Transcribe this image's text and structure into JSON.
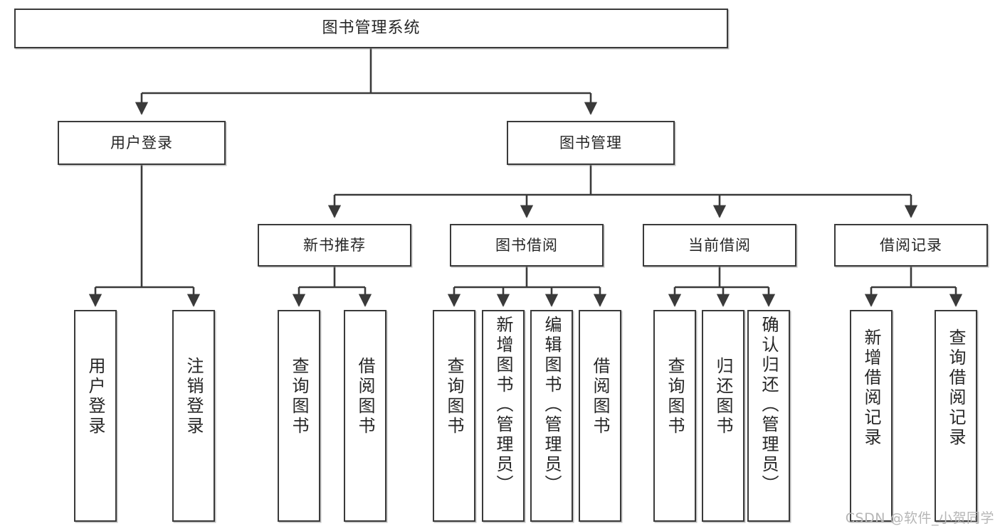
{
  "diagram": {
    "title": "图书管理系统",
    "type": "hierarchy-tree",
    "line_color": "#3a3a3a",
    "box_fill": "#ffffff",
    "text_color": "#262626"
  },
  "nodes": {
    "root": {
      "label": "图书管理系统"
    },
    "level2": [
      {
        "id": "user-login",
        "label": "用户登录"
      },
      {
        "id": "book-manage",
        "label": "图书管理"
      }
    ],
    "level3": [
      {
        "id": "new-book-rec",
        "label": "新书推荐"
      },
      {
        "id": "book-borrow",
        "label": "图书借阅"
      },
      {
        "id": "current-borrow",
        "label": "当前借阅"
      },
      {
        "id": "borrow-record",
        "label": "借阅记录"
      }
    ],
    "leaves": [
      {
        "id": "leaf-user-login",
        "label": "用户登录",
        "parent": "user-login"
      },
      {
        "id": "leaf-user-logout",
        "label": "注销登录",
        "parent": "user-login"
      },
      {
        "id": "leaf-query-book-1",
        "label": "查询图书",
        "parent": "new-book-rec"
      },
      {
        "id": "leaf-borrow-book-1",
        "label": "借阅图书",
        "parent": "new-book-rec"
      },
      {
        "id": "leaf-query-book-2",
        "label": "查询图书",
        "parent": "book-borrow"
      },
      {
        "id": "leaf-add-book",
        "label": "新增图书（管理员）",
        "parent": "book-borrow"
      },
      {
        "id": "leaf-edit-book",
        "label": "编辑图书（管理员）",
        "parent": "book-borrow"
      },
      {
        "id": "leaf-borrow-book-2",
        "label": "借阅图书",
        "parent": "book-borrow"
      },
      {
        "id": "leaf-query-book-3",
        "label": "查询图书",
        "parent": "current-borrow"
      },
      {
        "id": "leaf-return-book",
        "label": "归还图书",
        "parent": "current-borrow"
      },
      {
        "id": "leaf-confirm-return",
        "label": "确认归还（管理员）",
        "parent": "current-borrow"
      },
      {
        "id": "leaf-add-record",
        "label": "新增借阅记录",
        "parent": "borrow-record"
      },
      {
        "id": "leaf-query-record",
        "label": "查询借阅记录",
        "parent": "borrow-record"
      }
    ]
  },
  "watermark": {
    "text": "CSDN @软件_小贺同学"
  }
}
